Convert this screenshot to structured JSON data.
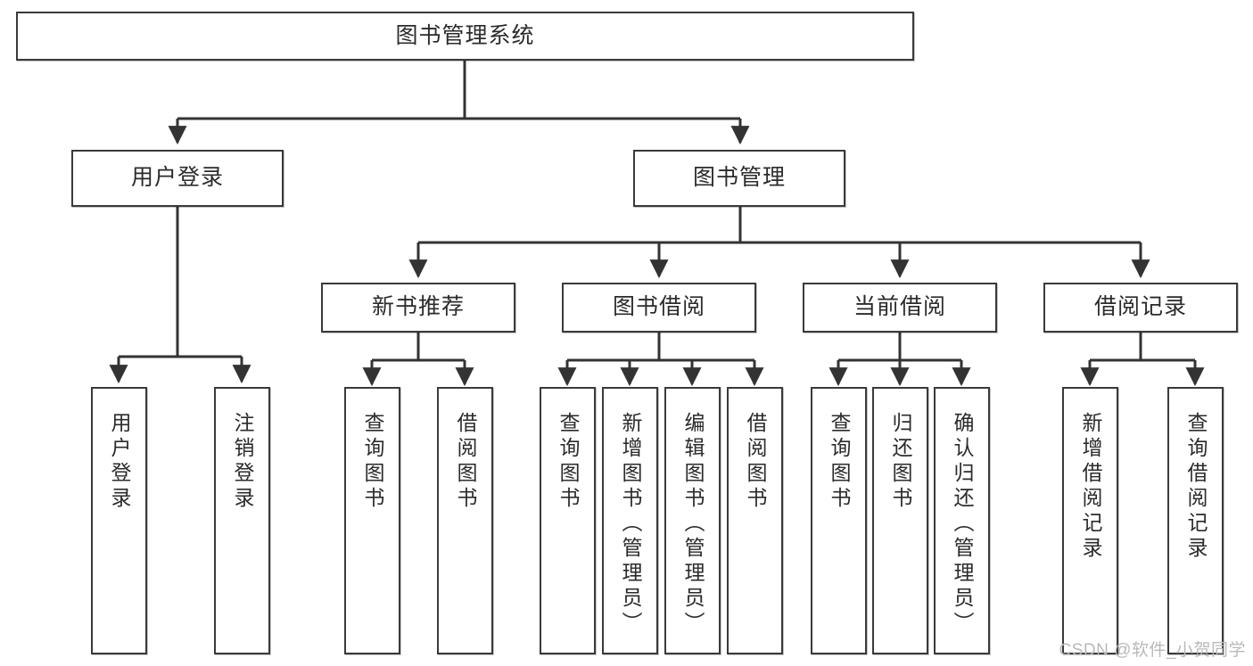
{
  "diagram": {
    "type": "tree-hierarchy-chart",
    "title": "图书管理系统",
    "watermark": "CSDN @软件_小贺同学",
    "colors": {
      "box_border": "#3a3a3a",
      "box_fill": "#ffffff",
      "connector": "#333333",
      "text": "#2b2b2b",
      "watermark": "#b9b9b9"
    },
    "nodes": {
      "root": {
        "label": "图书管理系统"
      },
      "level2": [
        {
          "id": "user-login",
          "label": "用户登录"
        },
        {
          "id": "book-manage",
          "label": "图书管理"
        }
      ],
      "level3": [
        {
          "id": "new-book-rec",
          "label": "新书推荐"
        },
        {
          "id": "book-borrow",
          "label": "图书借阅"
        },
        {
          "id": "current-borrow",
          "label": "当前借阅"
        },
        {
          "id": "borrow-record",
          "label": "借阅记录"
        }
      ],
      "leaves": {
        "user_login": [
          {
            "id": "leaf-user-login",
            "label": "用户登录"
          },
          {
            "id": "leaf-logout",
            "label": "注销登录"
          }
        ],
        "new_book_rec": [
          {
            "id": "leaf-query-book-1",
            "label": "查询图书"
          },
          {
            "id": "leaf-borrow-book-1",
            "label": "借阅图书"
          }
        ],
        "book_borrow": [
          {
            "id": "leaf-query-book-2",
            "label": "查询图书"
          },
          {
            "id": "leaf-add-book",
            "label": "新增图书（管理员）"
          },
          {
            "id": "leaf-edit-book",
            "label": "编辑图书（管理员）"
          },
          {
            "id": "leaf-borrow-book-2",
            "label": "借阅图书"
          }
        ],
        "current_borrow": [
          {
            "id": "leaf-query-book-3",
            "label": "查询图书"
          },
          {
            "id": "leaf-return-book",
            "label": "归还图书"
          },
          {
            "id": "leaf-confirm-return",
            "label": "确认归还（管理员）"
          }
        ],
        "borrow_record": [
          {
            "id": "leaf-add-record",
            "label": "新增借阅记录"
          },
          {
            "id": "leaf-query-record",
            "label": "查询借阅记录"
          }
        ]
      }
    }
  }
}
